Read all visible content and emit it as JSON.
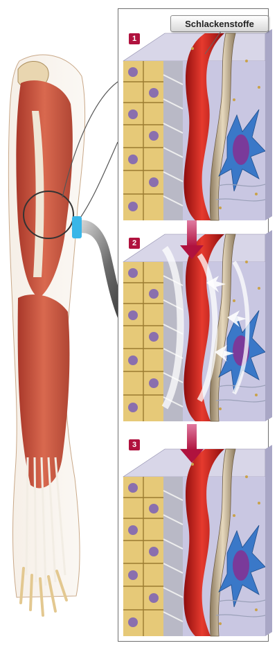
{
  "callout": {
    "label": "Schlackenstoffe"
  },
  "steps": [
    {
      "number": "1"
    },
    {
      "number": "2"
    },
    {
      "number": "3"
    }
  ],
  "colors": {
    "muscle": "#c8553d",
    "tendon": "#e8e0d2",
    "vessel": "#c81e1e",
    "lymph": "#c8b89c",
    "cell_yellow": "#e0c070",
    "fibroblast": "#3a78c8",
    "nucleus": "#7a3a9a",
    "tissue": "#cfcfe6",
    "badge": "#b0123e",
    "arrow": "#c2185b"
  }
}
